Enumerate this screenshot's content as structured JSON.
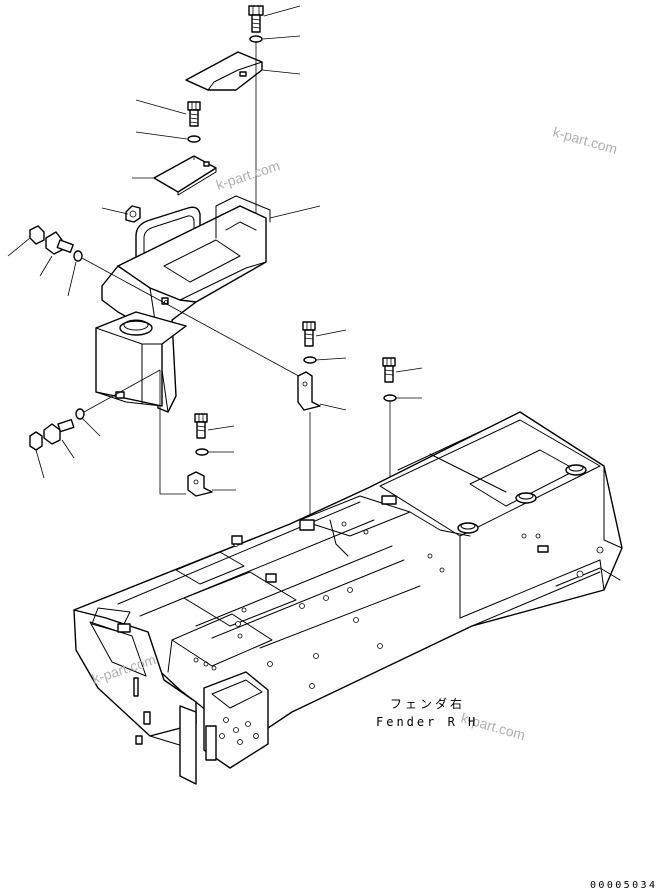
{
  "caption": {
    "line1": "フェンダ右",
    "line2": "Fender R H"
  },
  "watermarks": [
    "k-part.com",
    "k-part.com",
    "k-part.com",
    "k-part.com"
  ],
  "drawing_number": "00005034"
}
